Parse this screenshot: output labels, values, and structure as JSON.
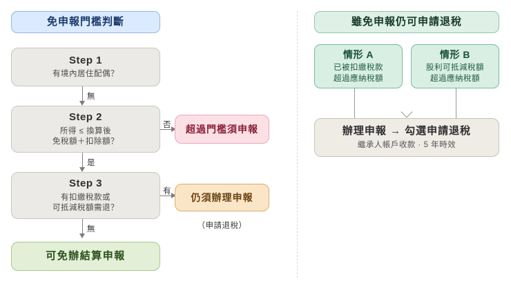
{
  "left_panel": {
    "header": "免申報門檻判斷",
    "steps": [
      {
        "title": "Step 1",
        "question": "有境內居住配偶？"
      },
      {
        "title": "Step 2",
        "question_line1": "所得 ≤ 換算後",
        "question_line2": "免稅額＋扣除額？"
      },
      {
        "title": "Step 3",
        "question_line1": "有扣繳稅款或",
        "question_line2": "可抵減稅額需退？"
      }
    ],
    "edge_labels": {
      "step1_to_step2": "無",
      "step2_to_pink": "否",
      "step2_to_step3": "是",
      "step3_to_orange": "有",
      "step3_to_green": "無"
    },
    "side_results": [
      {
        "label": "超過門檻須申報"
      },
      {
        "label": "仍須辦理申報",
        "caption": "（申請退稅）"
      }
    ],
    "final_result": "可免辦結算申報"
  },
  "right_panel": {
    "header": "雖免申報仍可申請退稅",
    "conditions": [
      {
        "title": "情形 A",
        "line1": "已被扣繳稅款",
        "line2": "超過應納稅額"
      },
      {
        "title": "情形 B",
        "line1": "股利可抵減稅額",
        "line2": "超過應納稅額"
      }
    ],
    "outcome": {
      "title": "辦理申報 → 勾選申請退稅",
      "subtitle": "繼承人帳戶收款 · 5 年時效"
    }
  },
  "colors": {
    "header_blue_bg": "#dbeafe",
    "header_blue_text": "#1b3a6b",
    "header_green_bg": "#dff0e6",
    "step_bg": "#ebeae6",
    "result_green_bg": "#e3efd6",
    "result_pink_bg": "#fbe0e6",
    "result_orange_bg": "#fae5c7",
    "condition_bg": "#d9efe4",
    "outcome_bg": "#efece6",
    "connector": "#7d7d7d"
  }
}
